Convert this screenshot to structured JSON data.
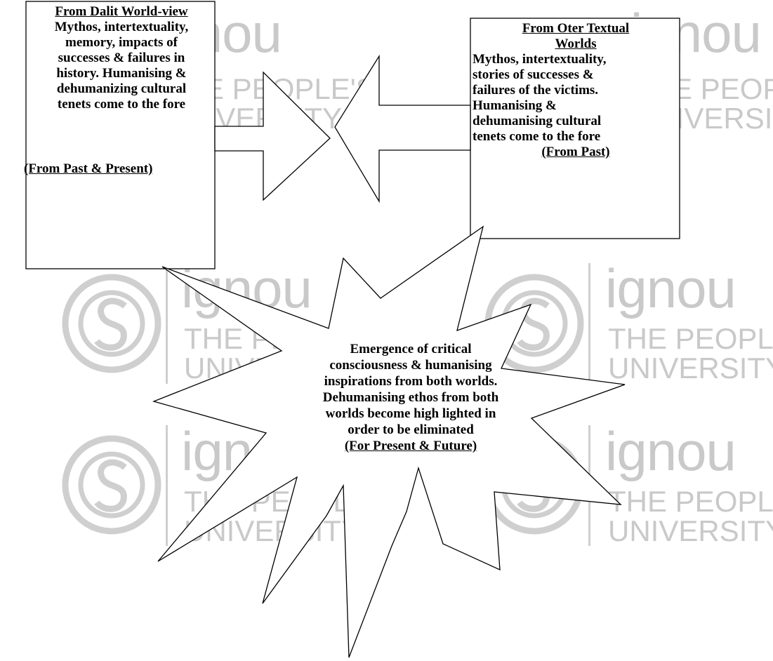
{
  "watermark": {
    "brand": "ignou",
    "line1": "THE PEOPLE'S",
    "line2": "UNIVERSITY"
  },
  "left_box": {
    "heading": "From Dalit World-view",
    "lines": [
      "Mythos, intertextuality,",
      "memory, impacts of",
      "successes & failures in",
      "history. Humanising &",
      "dehumanizing cultural",
      "tenets come to the fore"
    ],
    "footer": "(From Past & Present)"
  },
  "right_box": {
    "heading_line1": "From Oter Textual",
    "heading_line2": "Worlds",
    "lines": [
      "Mythos, intertextuality,",
      "stories of successes &",
      "failures of the victims.",
      "Humanising &",
      "dehumanising cultural",
      "tenets come to the fore"
    ],
    "footer": "(From Past)"
  },
  "star": {
    "lines": [
      "Emergence of critical",
      "consciousness & humanising",
      "inspirations from both worlds.",
      "Dehumanising ethos from both",
      "worlds become high lighted in",
      "order to be eliminated"
    ],
    "footer": "(For Present & Future)"
  }
}
